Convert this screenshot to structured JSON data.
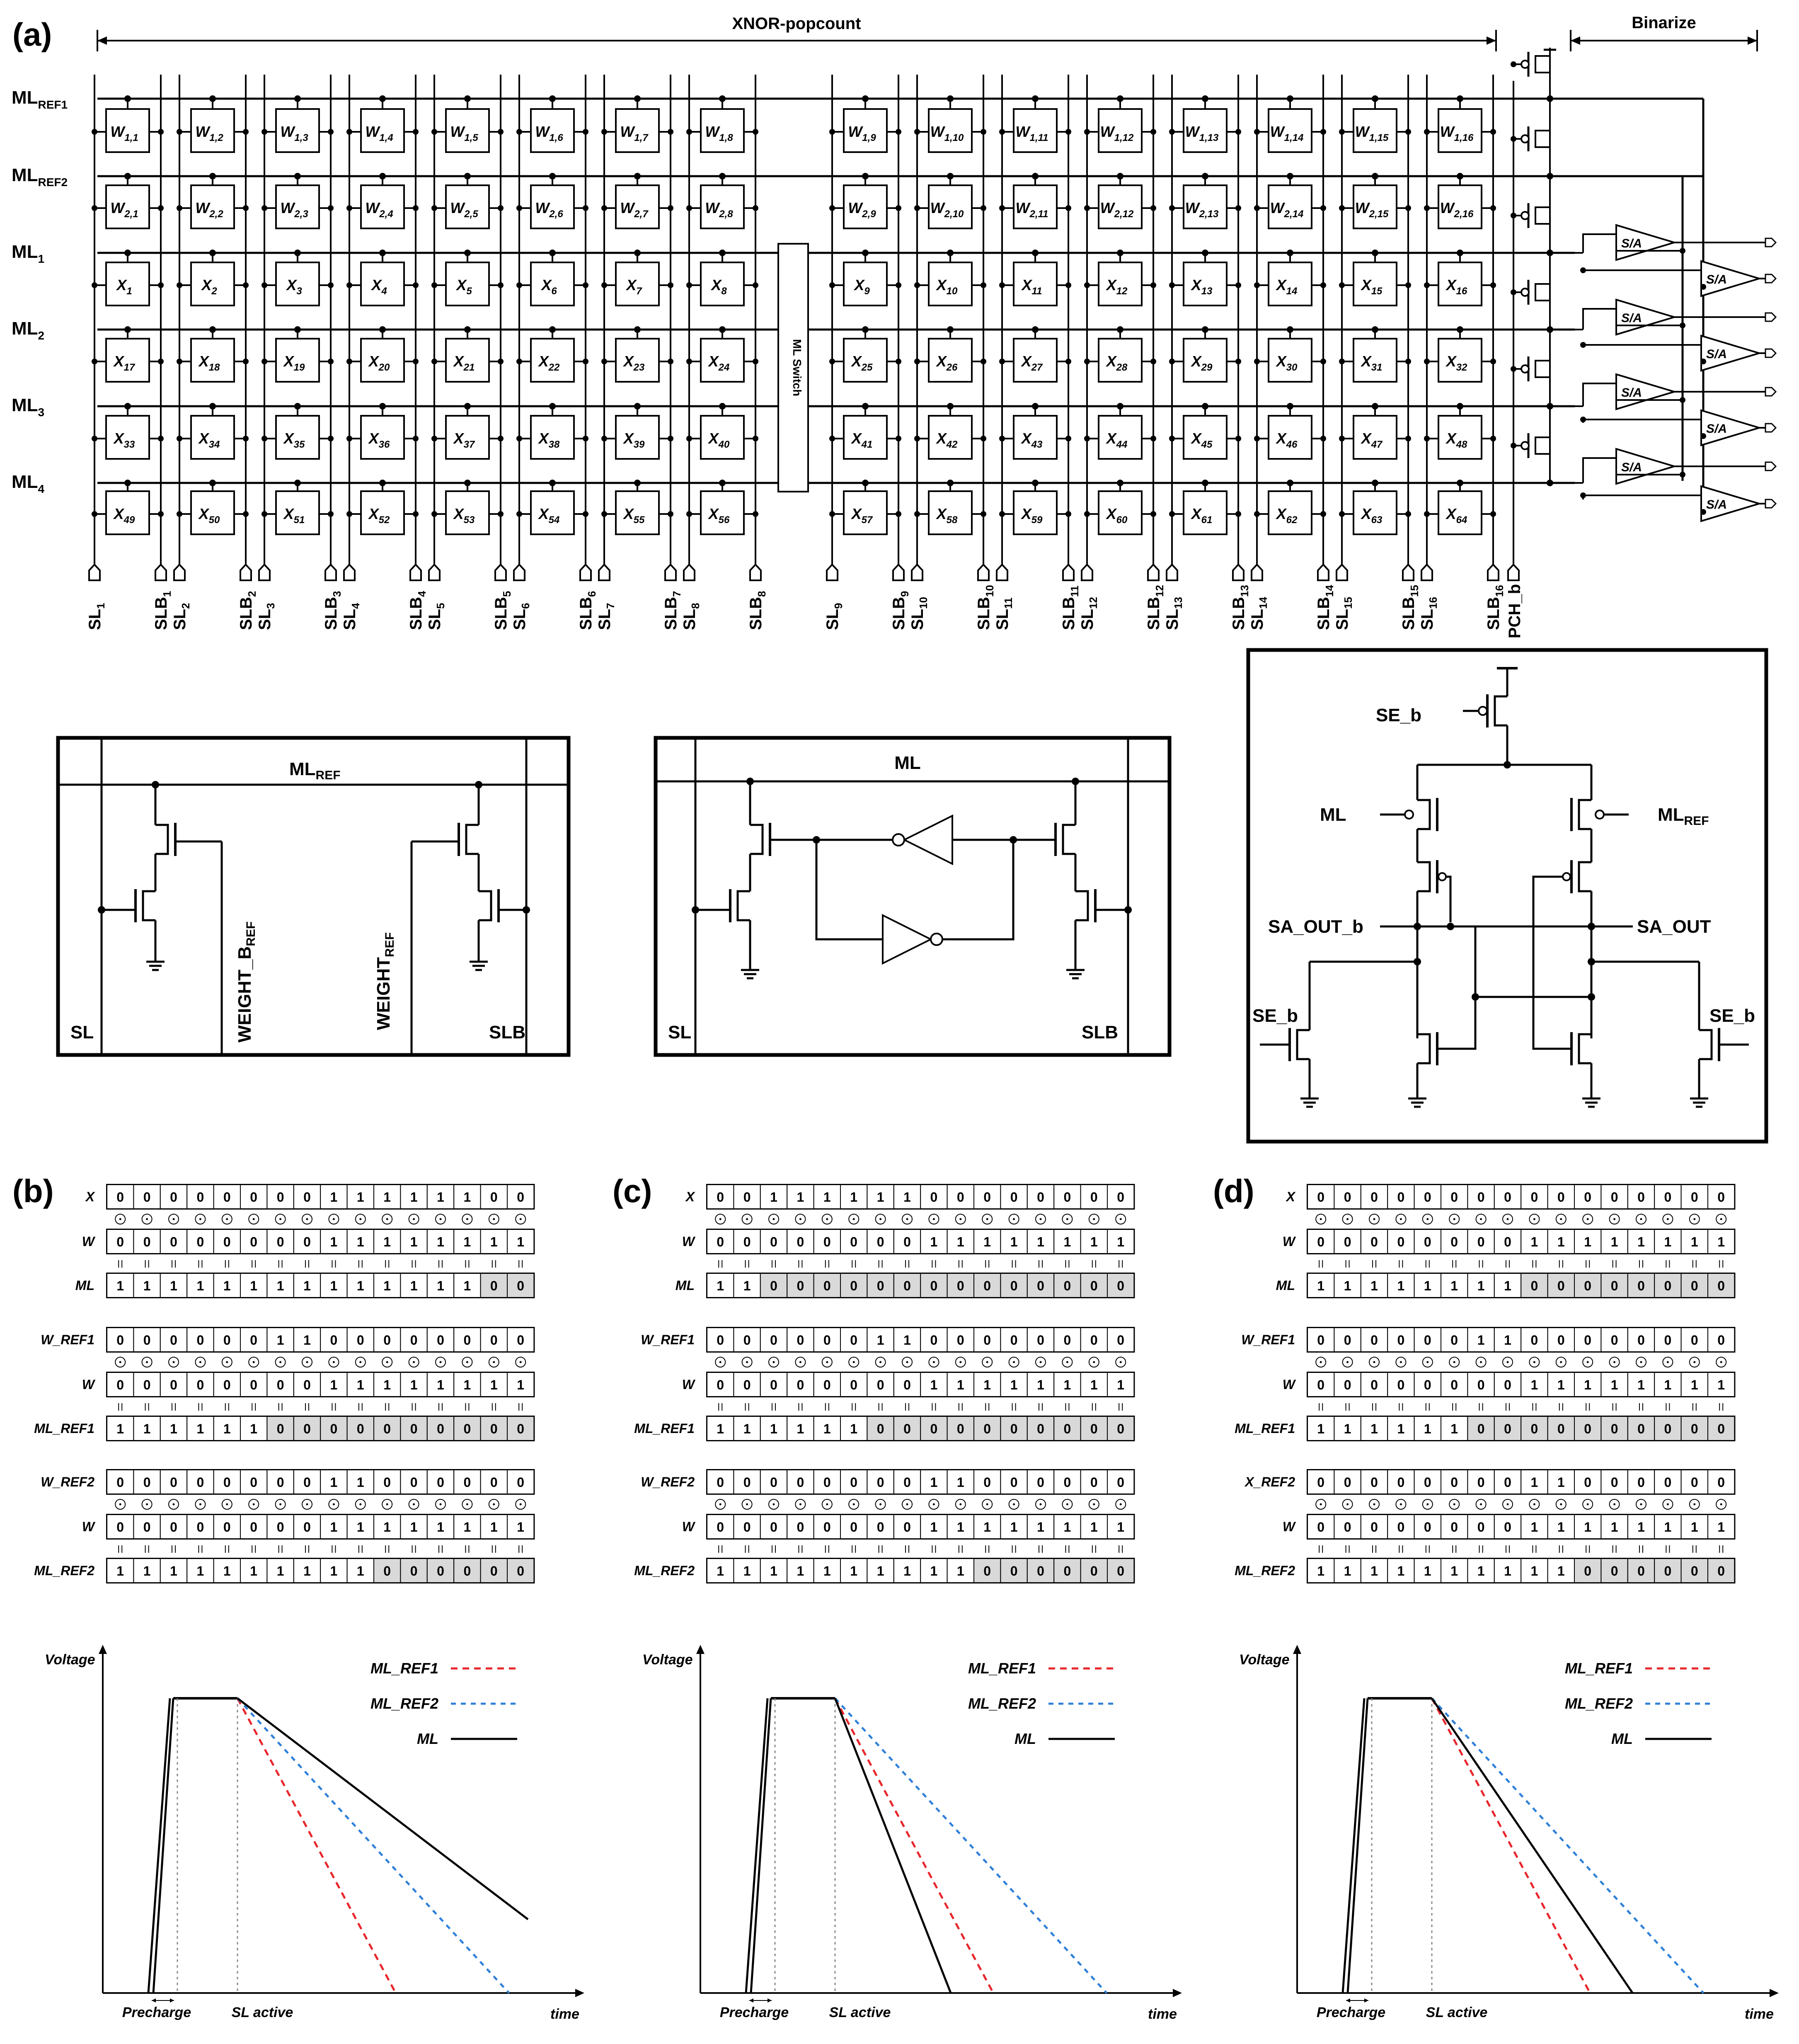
{
  "panel_a": {
    "tag": "(a)",
    "top_labels": {
      "xnor": "XNOR-popcount",
      "binarize": "Binarize"
    },
    "ml_labels": [
      {
        "main": "ML",
        "sub": "REF1"
      },
      {
        "main": "ML",
        "sub": "REF2"
      },
      {
        "main": "ML",
        "sub": "1"
      },
      {
        "main": "ML",
        "sub": "2"
      },
      {
        "main": "ML",
        "sub": "3"
      },
      {
        "main": "ML",
        "sub": "4"
      }
    ],
    "switch_label": "ML Switch",
    "sa_label": "S/A",
    "pch_label": "PCH_b"
  },
  "ref_cell": {
    "title": "ML",
    "title_sub": "REF",
    "sl": "SL",
    "slb": "SLB",
    "wb": "WEIGHT_B",
    "wb_sub": "REF",
    "w": "WEIGHT",
    "w_sub": "REF"
  },
  "sram_cell": {
    "title": "ML",
    "sl": "SL",
    "slb": "SLB"
  },
  "sense_amp": {
    "se_b": "SE_b",
    "ml": "ML",
    "ml_ref": "ML",
    "ml_ref_sub": "REF",
    "sa_out_b": "SA_OUT_b",
    "sa_out": "SA_OUT"
  },
  "tables": [
    {
      "tag": "(b)",
      "rows": [
        {
          "label": "X",
          "bits": "0000000011111100",
          "gray": ""
        },
        {
          "label": "W",
          "bits": "0000000011111111",
          "gray": ""
        },
        {
          "label": "ML",
          "bits": "1111111111111100",
          "gray": "0000000000000011"
        },
        {
          "label": "W_REF1",
          "bits": "0000001100000000",
          "gray": ""
        },
        {
          "label": "W",
          "bits": "0000000011111111",
          "gray": ""
        },
        {
          "label": "ML_REF1",
          "bits": "1111110000000000",
          "gray": "0000001111111111"
        },
        {
          "label": "W_REF2",
          "bits": "0000000011000000",
          "gray": ""
        },
        {
          "label": "W",
          "bits": "0000000011111111",
          "gray": ""
        },
        {
          "label": "ML_REF2",
          "bits": "1111111111000000",
          "gray": "0000000000111111"
        }
      ]
    },
    {
      "tag": "(c)",
      "rows": [
        {
          "label": "X",
          "bits": "0011111100000000",
          "gray": ""
        },
        {
          "label": "W",
          "bits": "0000000011111111",
          "gray": ""
        },
        {
          "label": "ML",
          "bits": "1100000000000000",
          "gray": "0011111111111111"
        },
        {
          "label": "W_REF1",
          "bits": "0000001100000000",
          "gray": ""
        },
        {
          "label": "W",
          "bits": "0000000011111111",
          "gray": ""
        },
        {
          "label": "ML_REF1",
          "bits": "1111110000000000",
          "gray": "0000001111111111"
        },
        {
          "label": "W_REF2",
          "bits": "0000000011000000",
          "gray": ""
        },
        {
          "label": "W",
          "bits": "0000000011111111",
          "gray": ""
        },
        {
          "label": "ML_REF2",
          "bits": "1111111111000000",
          "gray": "0000000000111111"
        }
      ]
    },
    {
      "tag": "(d)",
      "rows": [
        {
          "label": "X",
          "bits": "0000000000000000",
          "gray": ""
        },
        {
          "label": "W",
          "bits": "0000000011111111",
          "gray": ""
        },
        {
          "label": "ML",
          "bits": "1111111100000000",
          "gray": "0000000011111111"
        },
        {
          "label": "W_REF1",
          "bits": "0000001100000000",
          "gray": ""
        },
        {
          "label": "W",
          "bits": "0000000011111111",
          "gray": ""
        },
        {
          "label": "ML_REF1",
          "bits": "1111110000000000",
          "gray": "0000001111111111"
        },
        {
          "label": "X_REF2",
          "bits": "0000000011000000",
          "gray": ""
        },
        {
          "label": "W",
          "bits": "0000000011111111",
          "gray": ""
        },
        {
          "label": "ML_REF2",
          "bits": "1111111111000000",
          "gray": "0000000000111111"
        }
      ]
    }
  ],
  "legend": {
    "ref1": "ML_REF1",
    "ref2": "ML_REF2",
    "ml": "ML"
  },
  "axis": {
    "voltage": "Voltage",
    "time": "time",
    "precharge": "Precharge",
    "sl_active": "SL active"
  },
  "colors": {
    "ref1": "#e8262b",
    "ref2": "#2f80d8",
    "ml": "#000000",
    "gray_cell": "#d9d9d9"
  },
  "chart_data": [
    {
      "type": "line",
      "series": [
        {
          "name": "ML_REF1",
          "end_t": 0.62
        },
        {
          "name": "ML_REF2",
          "end_t": 0.86
        },
        {
          "name": "ML",
          "end_t": 0.9,
          "end_v": 0.25
        }
      ]
    },
    {
      "type": "line",
      "series": [
        {
          "name": "ML_REF1",
          "end_t": 0.62
        },
        {
          "name": "ML_REF2",
          "end_t": 0.86
        },
        {
          "name": "ML",
          "end_t": 0.53
        }
      ]
    },
    {
      "type": "line",
      "series": [
        {
          "name": "ML_REF1",
          "end_t": 0.62
        },
        {
          "name": "ML_REF2",
          "end_t": 0.86
        },
        {
          "name": "ML",
          "end_t": 0.71
        }
      ]
    }
  ]
}
